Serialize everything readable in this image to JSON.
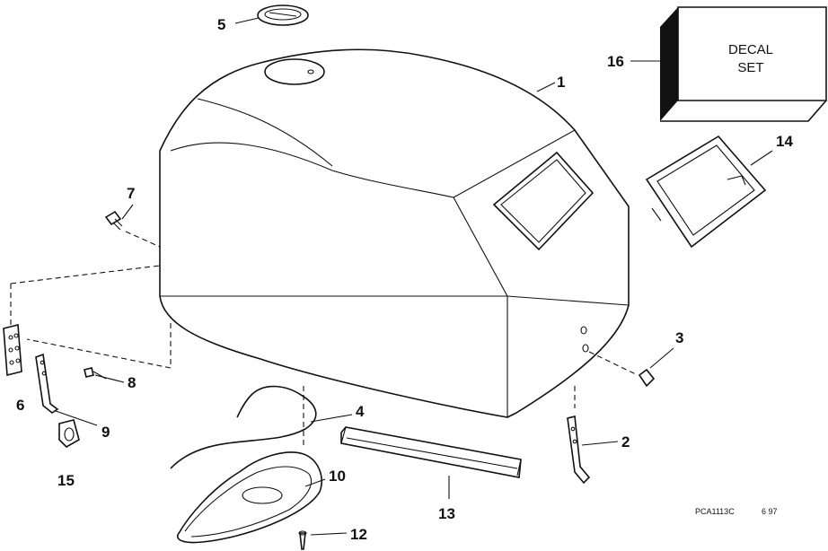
{
  "parts": [
    {
      "id": "cover",
      "callout": "1"
    },
    {
      "id": "bracket-right",
      "callout": "2"
    },
    {
      "id": "screw-right",
      "callout": "3"
    },
    {
      "id": "seal-strip",
      "callout": "4"
    },
    {
      "id": "cap",
      "callout": "5"
    },
    {
      "id": "plate",
      "callout": "6"
    },
    {
      "id": "screw-top-left",
      "callout": "7"
    },
    {
      "id": "screw-left",
      "callout": "8"
    },
    {
      "id": "bracket-left",
      "callout": "9"
    },
    {
      "id": "lower-pan",
      "callout": "10"
    },
    {
      "id": "rivet",
      "callout": "12"
    },
    {
      "id": "rail",
      "callout": "13"
    },
    {
      "id": "grille",
      "callout": "14"
    },
    {
      "id": "decal-set",
      "callout": "16"
    },
    {
      "id": "latch",
      "callout": "15"
    }
  ],
  "decal": {
    "line1": "DECAL",
    "line2": "SET"
  },
  "drawing_code": {
    "id": "PCA1113C",
    "date": "6 97"
  }
}
